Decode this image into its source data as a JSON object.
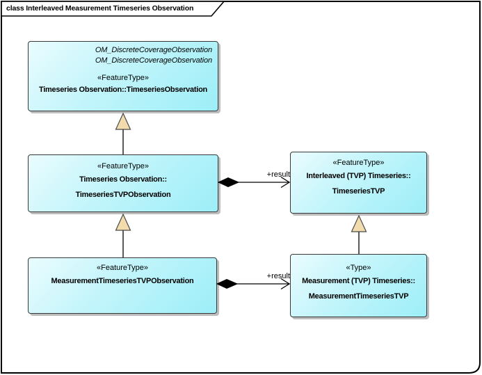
{
  "diagram": {
    "tab_title": "class Interleaved Measurement Timeseries Observation",
    "kind": "uml-class-diagram"
  },
  "colors": {
    "box_fill_light": "#eafcfe",
    "box_fill_dark": "#9deef8",
    "box_border": "#383838",
    "generalization_triangle_fill": "#f2dcad",
    "connector_color": "#000000",
    "shadow": "#bdbdbd"
  },
  "classes": [
    {
      "parents": [
        "OM_DiscreteCoverageObservation",
        "OM_DiscreteCoverageObservation"
      ],
      "stereotype": "«FeatureType»",
      "name_lines": [
        "Timeseries Observation::TimeseriesObservation"
      ]
    },
    {
      "stereotype": "«FeatureType»",
      "name_lines": [
        "Timeseries Observation::",
        "TimeseriesTVPObservation"
      ]
    },
    {
      "stereotype": "«FeatureType»",
      "name_lines": [
        "Interleaved (TVP) Timeseries::",
        "TimeseriesTVP"
      ]
    },
    {
      "stereotype": "«FeatureType»",
      "name_lines": [
        "MeasurementTimeseriesTVPObservation"
      ]
    },
    {
      "stereotype": "«Type»",
      "name_lines": [
        "Measurement (TVP) Timeseries::",
        "MeasurementTimeseriesTVP"
      ]
    }
  ],
  "connectors": [
    {
      "type": "generalization",
      "from": "TimeseriesTVPObservation",
      "to": "TimeseriesObservation",
      "label": ""
    },
    {
      "type": "generalization",
      "from": "MeasurementTimeseriesTVPObservation",
      "to": "TimeseriesTVPObservation",
      "label": ""
    },
    {
      "type": "generalization",
      "from": "MeasurementTimeseriesTVP",
      "to": "TimeseriesTVP",
      "label": ""
    },
    {
      "type": "composition-association",
      "from": "TimeseriesTVPObservation",
      "to": "TimeseriesTVP",
      "label": "+result"
    },
    {
      "type": "composition-association",
      "from": "MeasurementTimeseriesTVPObservation",
      "to": "MeasurementTimeseriesTVP",
      "label": "+result"
    }
  ]
}
